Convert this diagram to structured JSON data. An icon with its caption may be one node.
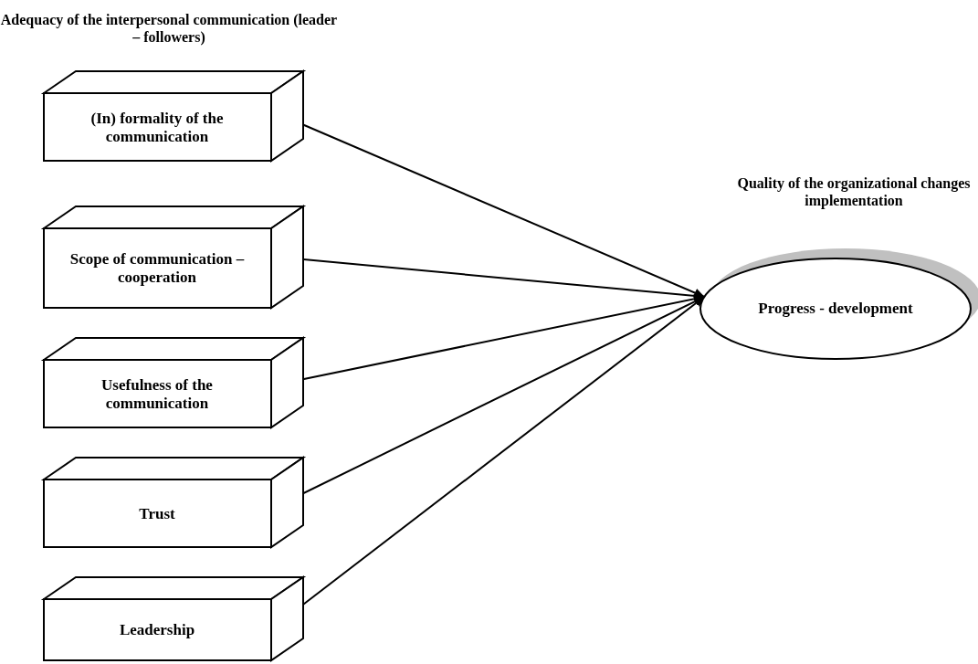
{
  "diagram": {
    "nodes": [
      {
        "text": [
          "(In) formality of the communication"
        ]
      },
      {
        "text": [
          "Scope of communication – cooperation"
        ]
      },
      {
        "text": [
          "Usefulness of the communication"
        ]
      },
      {
        "text": [
          "Trust"
        ]
      },
      {
        "text": [
          "Leadership"
        ]
      },
      {
        "text": [
          "Progress - development"
        ]
      }
    ],
    "edges": [
      {
        "from": 0,
        "to": 5,
        "arrow": "to"
      },
      {
        "from": 1,
        "to": 5,
        "arrow": "to"
      },
      {
        "from": 2,
        "to": 5,
        "arrow": "to"
      },
      {
        "from": 3,
        "to": 5,
        "arrow": "to"
      },
      {
        "from": 4,
        "to": 5,
        "arrow": "to"
      }
    ],
    "labels": [
      "Adequacy of the interpersonal communication (leader – followers)",
      "Quality of the organizational changes implementation"
    ]
  }
}
